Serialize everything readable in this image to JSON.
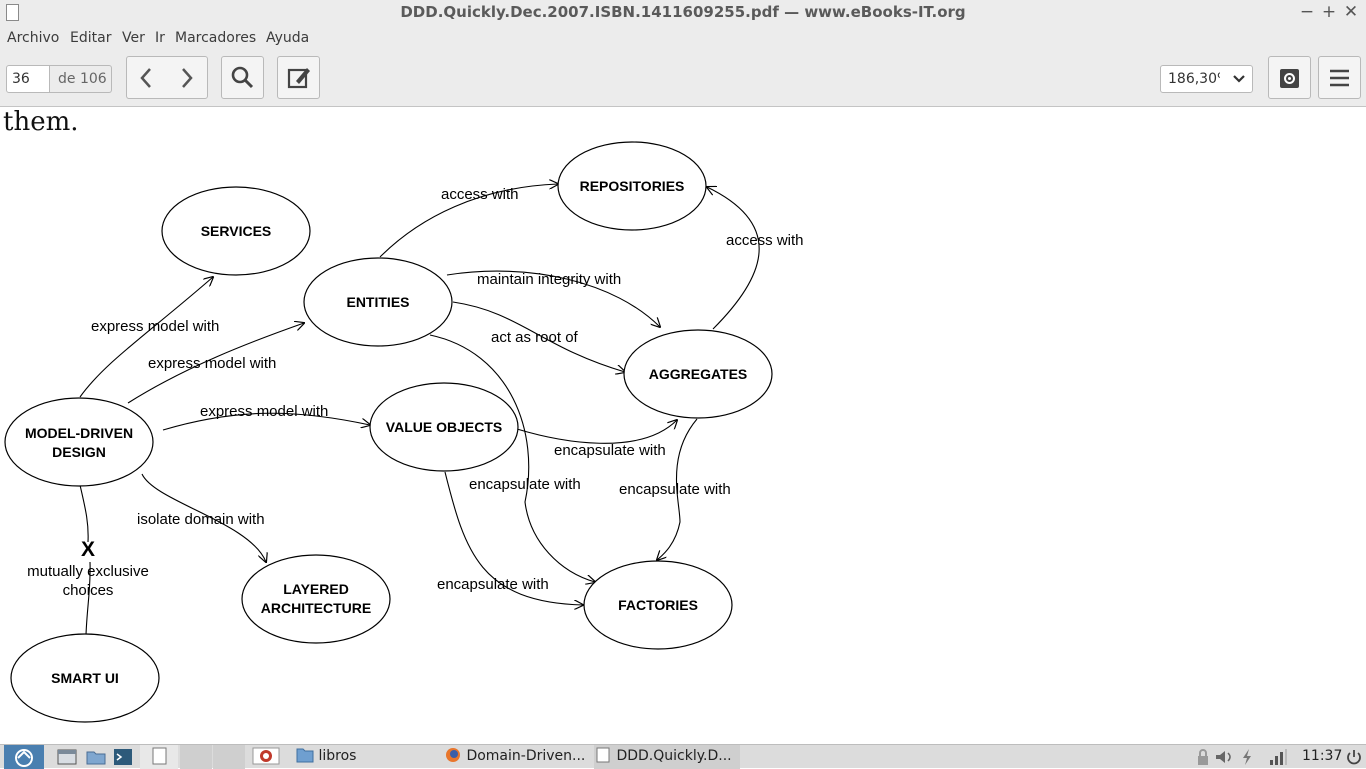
{
  "window": {
    "title": "DDD.Quickly.Dec.2007.ISBN.1411609255.pdf — www.eBooks-IT.org",
    "minimize": "−",
    "maximize": "+",
    "close": "✕"
  },
  "menu": [
    "Archivo",
    "Editar",
    "Ver",
    "Ir",
    "Marcadores",
    "Ayuda"
  ],
  "toolbar": {
    "page_current": "36",
    "page_total": "de 106",
    "zoom": "186,30%",
    "icons": [
      "arrow-left-icon",
      "arrow-right-icon",
      "search-icon",
      "edit-icon",
      "settings-icon",
      "menu-icon"
    ]
  },
  "document": {
    "text": "them.",
    "nodes": {
      "services": "SERVICES",
      "repositories": "REPOSITORIES",
      "entities": "ENTITIES",
      "aggregates": "AGGREGATES",
      "model_driven_1": "MODEL-DRIVEN",
      "model_driven_2": "DESIGN",
      "value_objects": "VALUE OBJECTS",
      "layered_1": "LAYERED",
      "layered_2": "ARCHITECTURE",
      "factories": "FACTORIES",
      "smart_ui": "SMART UI"
    },
    "edges": {
      "access_with_1": "access with",
      "access_with_2": "access with",
      "maintain_integrity": "maintain integrity with",
      "express_1": "express model with",
      "express_2": "express model with",
      "express_3": "express model with",
      "act_as_root": "act as root of",
      "encapsulate_vo_agg": "encapsulate with",
      "encapsulate_ent_fac": "encapsulate with",
      "encapsulate_agg_fac": "encapsulate with",
      "encapsulate_vo_fac": "encapsulate with",
      "isolate_domain": "isolate domain with",
      "x_mark": "X",
      "mutually_1": "mutually exclusive",
      "mutually_2": "choices"
    }
  },
  "taskbar": {
    "items": [
      "libros",
      "Domain-Driven...",
      "DDD.Quickly.D..."
    ],
    "clock": "11:37"
  }
}
